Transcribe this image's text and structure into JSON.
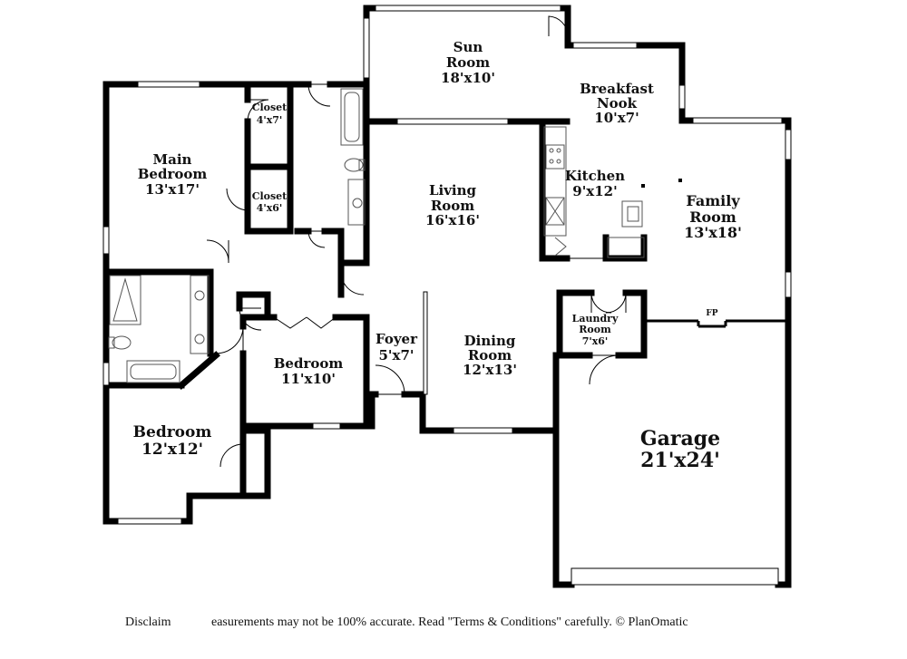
{
  "floorplan": {
    "rooms": [
      {
        "id": "sun-room",
        "name_line1": "Sun",
        "name_line2": "Room",
        "dims": "18'x10'"
      },
      {
        "id": "breakfast-nook",
        "name_line1": "Breakfast",
        "name_line2": "Nook",
        "dims": "10'x7'"
      },
      {
        "id": "main-bedroom",
        "name_line1": "Main",
        "name_line2": "Bedroom",
        "dims": "13'x17'"
      },
      {
        "id": "closet-1",
        "name_line1": "Closet",
        "name_line2": "",
        "dims": "4'x7'"
      },
      {
        "id": "closet-2",
        "name_line1": "Closet",
        "name_line2": "",
        "dims": "4'x6'"
      },
      {
        "id": "living-room",
        "name_line1": "Living",
        "name_line2": "Room",
        "dims": "16'x16'"
      },
      {
        "id": "kitchen",
        "name_line1": "Kitchen",
        "name_line2": "",
        "dims": "9'x12'"
      },
      {
        "id": "family-room",
        "name_line1": "Family",
        "name_line2": "Room",
        "dims": "13'x18'"
      },
      {
        "id": "laundry-room",
        "name_line1": "Laundry",
        "name_line2": "Room",
        "dims": "7'x6'"
      },
      {
        "id": "foyer",
        "name_line1": "Foyer",
        "name_line2": "",
        "dims": "5'x7'"
      },
      {
        "id": "dining-room",
        "name_line1": "Dining",
        "name_line2": "Room",
        "dims": "12'x13'"
      },
      {
        "id": "bedroom-2",
        "name_line1": "Bedroom",
        "name_line2": "",
        "dims": "11'x10'"
      },
      {
        "id": "bedroom-3",
        "name_line1": "Bedroom",
        "name_line2": "",
        "dims": "12'x12'"
      },
      {
        "id": "garage",
        "name_line1": "Garage",
        "name_line2": "",
        "dims": "21'x24'"
      }
    ],
    "fireplace_label": "FP",
    "disclaimer_start": "Disclaim",
    "disclaimer_end": "easurements may not be 100% accurate. Read \"Terms & Conditions\" carefully. © PlanOmatic"
  }
}
